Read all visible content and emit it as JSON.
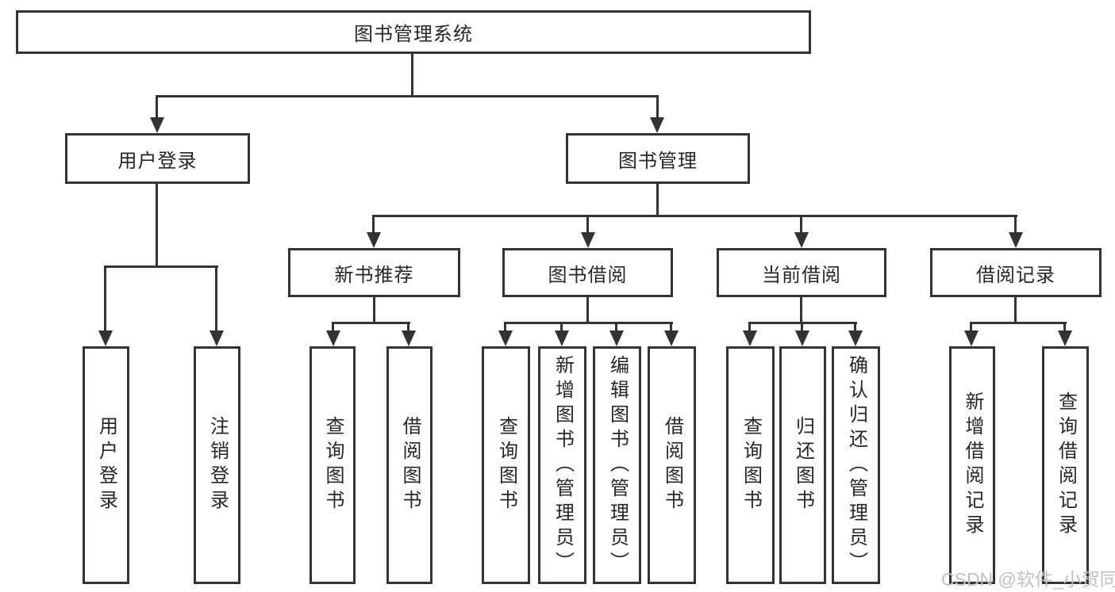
{
  "diagram": {
    "root": {
      "label": "图书管理系统"
    },
    "login": {
      "label": "用户登录",
      "children": [
        "用户登录",
        "注销登录"
      ]
    },
    "management": {
      "label": "图书管理"
    },
    "recommend": {
      "label": "新书推荐",
      "children": [
        "查询图书",
        "借阅图书"
      ]
    },
    "borrow": {
      "label": "图书借阅",
      "children": [
        "查询图书",
        "新增图书（管理员）",
        "编辑图书（管理员）",
        "借阅图书"
      ]
    },
    "current": {
      "label": "当前借阅",
      "children": [
        "查询图书",
        "归还图书",
        "确认归还（管理员）"
      ]
    },
    "records": {
      "label": "借阅记录",
      "children": [
        "新增借阅记录",
        "查询借阅记录"
      ]
    }
  },
  "watermark": {
    "text": "CSDN @软件_小贺同学"
  },
  "colors": {
    "line": "#333333",
    "text": "#262626",
    "watermark": "#c0c0c0",
    "background": "#ffffff"
  }
}
